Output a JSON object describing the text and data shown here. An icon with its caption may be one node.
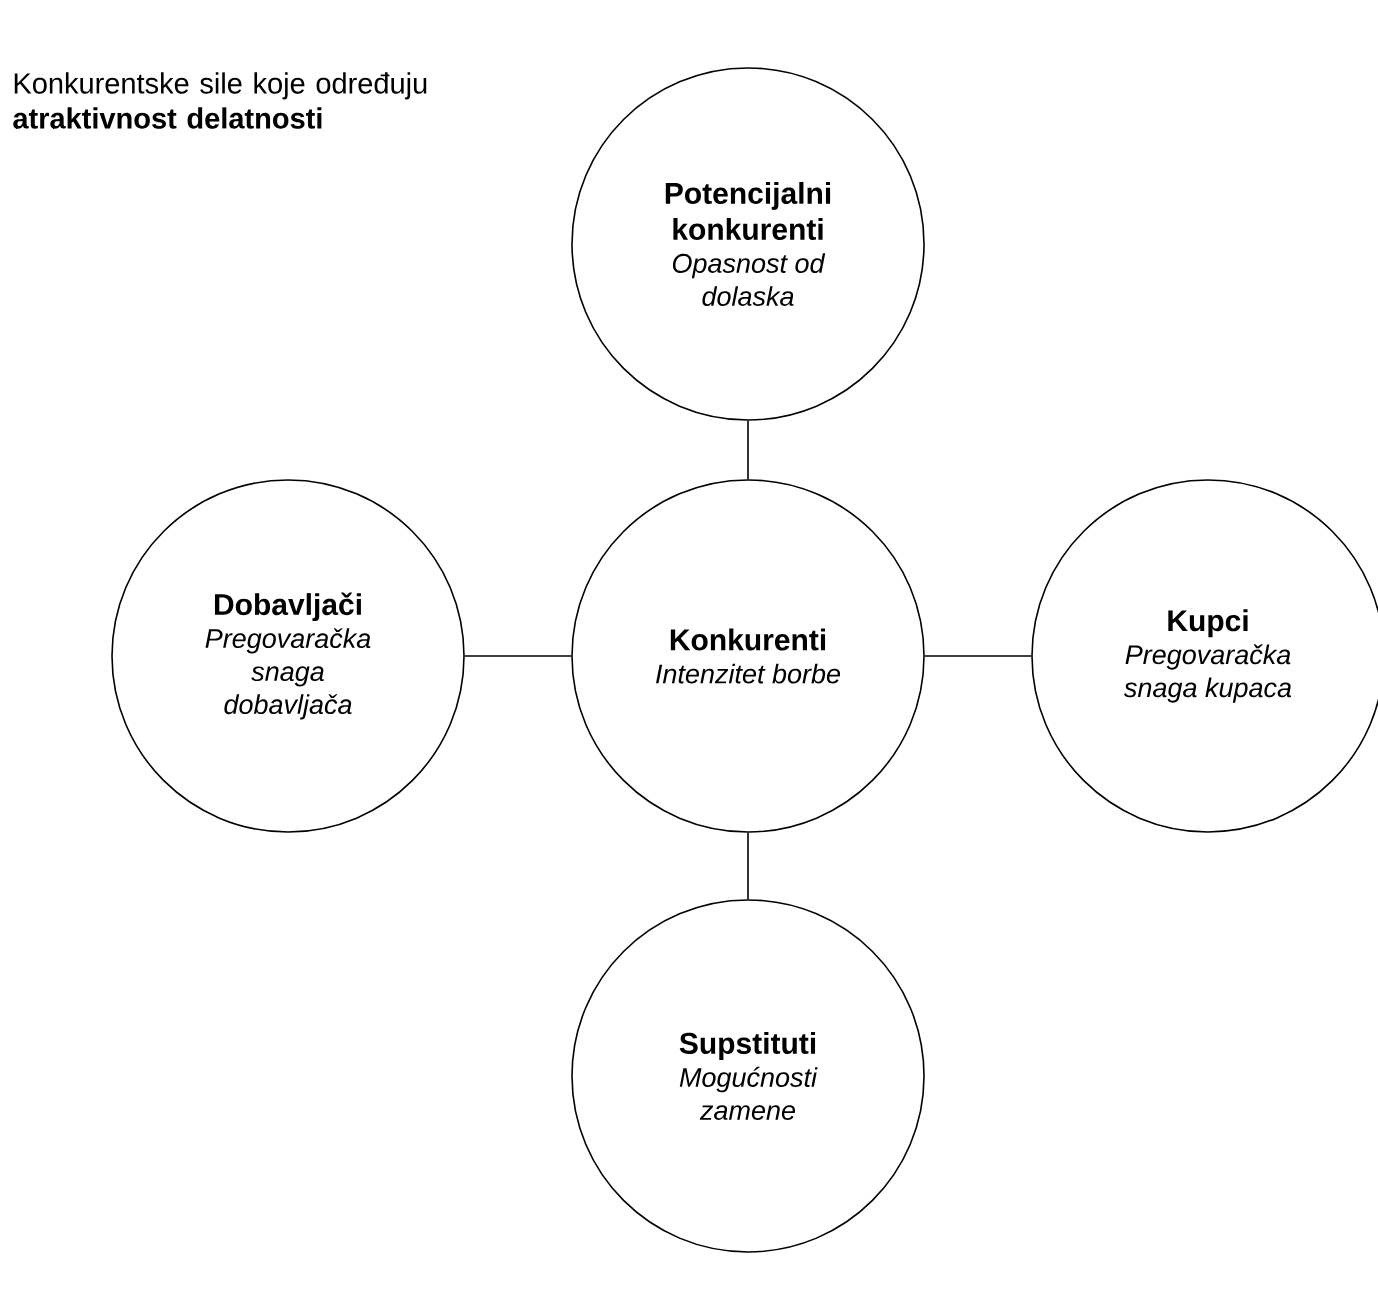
{
  "diagram": {
    "title": "Konkurentske sile koje određuju **atraktivnost delatnosti**",
    "nodes": [
      {
        "text": [
          "Potencijalni konkurenti",
          "Opasnost od dolaska"
        ]
      },
      {
        "text": [
          "Dobavljači",
          "Pregovaračka snaga dobavljača"
        ]
      },
      {
        "text": [
          "Konkurenti",
          "Intenzitet borbe"
        ]
      },
      {
        "text": [
          "Kupci",
          "Pregovaračka snaga kupaca"
        ]
      },
      {
        "text": [
          "Supstituti",
          "Mogućnosti zamene"
        ]
      }
    ],
    "edges": [
      {
        "from": 0,
        "to": 2,
        "arrow": "none"
      },
      {
        "from": 1,
        "to": 2,
        "arrow": "none"
      },
      {
        "from": 2,
        "to": 3,
        "arrow": "none"
      },
      {
        "from": 2,
        "to": 4,
        "arrow": "none"
      }
    ]
  }
}
